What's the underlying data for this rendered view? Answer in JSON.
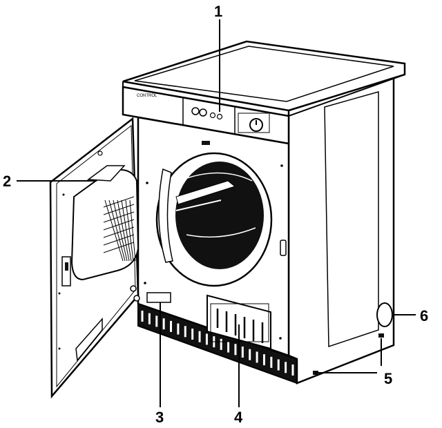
{
  "diagram": {
    "callouts": [
      {
        "id": "1",
        "label": "1"
      },
      {
        "id": "2",
        "label": "2"
      },
      {
        "id": "3",
        "label": "3"
      },
      {
        "id": "4",
        "label": "4"
      },
      {
        "id": "5",
        "label": "5"
      },
      {
        "id": "6",
        "label": "6"
      }
    ],
    "colors": {
      "line": "#000000",
      "fill": "#ffffff",
      "dark": "#111111"
    }
  }
}
